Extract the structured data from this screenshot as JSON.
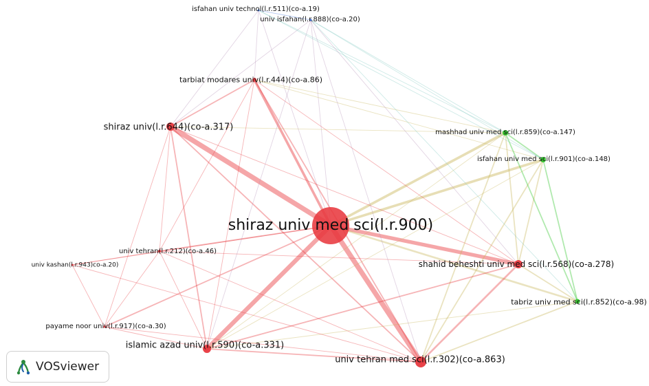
{
  "colors": {
    "red": "#e8393f",
    "green": "#2fc42a",
    "blue": "#3a6fd8"
  },
  "nodes": [
    {
      "id": "shiraz_med",
      "label": "shiraz univ med sci(l.r.900)",
      "cluster": "red",
      "weight": 10
    },
    {
      "id": "isfahan_tech",
      "label": "isfahan univ technol(l.r.511)(co-a.19)",
      "cluster": "blue",
      "weight": 1
    },
    {
      "id": "univ_isfahan",
      "label": "univ isfahan(l.r.888)(co-a.20)",
      "cluster": "blue",
      "weight": 1
    },
    {
      "id": "tarbiat",
      "label": "tarbiat modares univ(l.r.444)(co-a.86)",
      "cluster": "red",
      "weight": 2
    },
    {
      "id": "shiraz_univ",
      "label": "shiraz univ(l.r.644)(co-a.317)",
      "cluster": "red",
      "weight": 4
    },
    {
      "id": "mashhad",
      "label": "mashhad univ med sci(l.r.859)(co-a.147)",
      "cluster": "green",
      "weight": 2
    },
    {
      "id": "isfahan_med",
      "label": "isfahan univ med sci(l.r.901)(co-a.148)",
      "cluster": "green",
      "weight": 2
    },
    {
      "id": "univ_tehran",
      "label": "univ tehran(l.r.212)(co-a.46)",
      "cluster": "red",
      "weight": 2
    },
    {
      "id": "kashan",
      "label": "univ kashan(l.r.943)co-a.20)",
      "cluster": "red",
      "weight": 1
    },
    {
      "id": "beheshti",
      "label": "shahid beheshti univ med sci(l.r.568)(co-a.278)",
      "cluster": "red",
      "weight": 4
    },
    {
      "id": "tabriz",
      "label": "tabriz univ med sci(l.r.852)(co-a.98)",
      "cluster": "green",
      "weight": 2
    },
    {
      "id": "payame",
      "label": "payame noor univ(l.r.917)(co-a.30)",
      "cluster": "red",
      "weight": 1
    },
    {
      "id": "azad",
      "label": "islamic azad univ(l.r.590)(co-a.331)",
      "cluster": "red",
      "weight": 4
    },
    {
      "id": "tehran_med",
      "label": "univ tehran med sci(l.r.302)(co-a.863)",
      "cluster": "red",
      "weight": 5
    }
  ],
  "edges": [
    [
      "shiraz_med",
      "shiraz_univ",
      8
    ],
    [
      "shiraz_med",
      "tehran_med",
      8
    ],
    [
      "shiraz_med",
      "azad",
      7
    ],
    [
      "shiraz_med",
      "beheshti",
      6
    ],
    [
      "shiraz_med",
      "tarbiat",
      4
    ],
    [
      "shiraz_med",
      "mashhad",
      4
    ],
    [
      "shiraz_med",
      "isfahan_med",
      4
    ],
    [
      "shiraz_med",
      "tabriz",
      3
    ],
    [
      "shiraz_med",
      "univ_tehran",
      2
    ],
    [
      "shiraz_med",
      "payame",
      2
    ],
    [
      "shiraz_med",
      "kashan",
      1
    ],
    [
      "shiraz_med",
      "isfahan_tech",
      1
    ],
    [
      "shiraz_med",
      "univ_isfahan",
      1
    ],
    [
      "shiraz_univ",
      "tarbiat",
      2
    ],
    [
      "shiraz_univ",
      "azad",
      2
    ],
    [
      "shiraz_univ",
      "tehran_med",
      2
    ],
    [
      "shiraz_univ",
      "univ_isfahan",
      1
    ],
    [
      "shiraz_univ",
      "isfahan_tech",
      1
    ],
    [
      "shiraz_univ",
      "mashhad",
      1
    ],
    [
      "shiraz_univ",
      "beheshti",
      1
    ],
    [
      "shiraz_univ",
      "univ_tehran",
      1
    ],
    [
      "shiraz_univ",
      "payame",
      1
    ],
    [
      "tarbiat",
      "tehran_med",
      2
    ],
    [
      "tarbiat",
      "azad",
      1
    ],
    [
      "tarbiat",
      "univ_tehran",
      1
    ],
    [
      "tarbiat",
      "beheshti",
      1
    ],
    [
      "tarbiat",
      "isfahan_med",
      1
    ],
    [
      "tarbiat",
      "mashhad",
      1
    ],
    [
      "tehran_med",
      "beheshti",
      3
    ],
    [
      "tehran_med",
      "mashhad",
      2
    ],
    [
      "tehran_med",
      "isfahan_med",
      2
    ],
    [
      "tehran_med",
      "tabriz",
      2
    ],
    [
      "tehran_med",
      "azad",
      2
    ],
    [
      "tehran_med",
      "univ_tehran",
      1
    ],
    [
      "azad",
      "beheshti",
      2
    ],
    [
      "azad",
      "univ_tehran",
      1
    ],
    [
      "azad",
      "payame",
      1
    ],
    [
      "azad",
      "mashhad",
      1
    ],
    [
      "azad",
      "isfahan_med",
      1
    ],
    [
      "azad",
      "tabriz",
      1
    ],
    [
      "beheshti",
      "mashhad",
      2
    ],
    [
      "beheshti",
      "isfahan_med",
      2
    ],
    [
      "beheshti",
      "tabriz",
      2
    ],
    [
      "beheshti",
      "univ_tehran",
      1
    ],
    [
      "mashhad",
      "isfahan_med",
      2
    ],
    [
      "mashhad",
      "tabriz",
      2
    ],
    [
      "isfahan_med",
      "tabriz",
      2
    ],
    [
      "isfahan_tech",
      "univ_isfahan",
      1
    ],
    [
      "isfahan_tech",
      "mashhad",
      1
    ],
    [
      "isfahan_tech",
      "isfahan_med",
      1
    ],
    [
      "univ_isfahan",
      "mashhad",
      1
    ],
    [
      "univ_isfahan",
      "isfahan_med",
      1
    ],
    [
      "univ_isfahan",
      "tehran_med",
      1
    ],
    [
      "univ_isfahan",
      "beheshti",
      1
    ],
    [
      "univ_isfahan",
      "tabriz",
      1
    ],
    [
      "univ_isfahan",
      "azad",
      1
    ],
    [
      "isfahan_tech",
      "tarbiat",
      1
    ],
    [
      "univ_tehran",
      "kashan",
      1
    ],
    [
      "univ_tehran",
      "payame",
      1
    ],
    [
      "kashan",
      "payame",
      1
    ],
    [
      "kashan",
      "tehran_med",
      1
    ],
    [
      "payame",
      "tehran_med",
      1
    ]
  ],
  "branding": {
    "logo_text": "VOSviewer",
    "logo_icon": "vosviewer-logo-icon"
  }
}
